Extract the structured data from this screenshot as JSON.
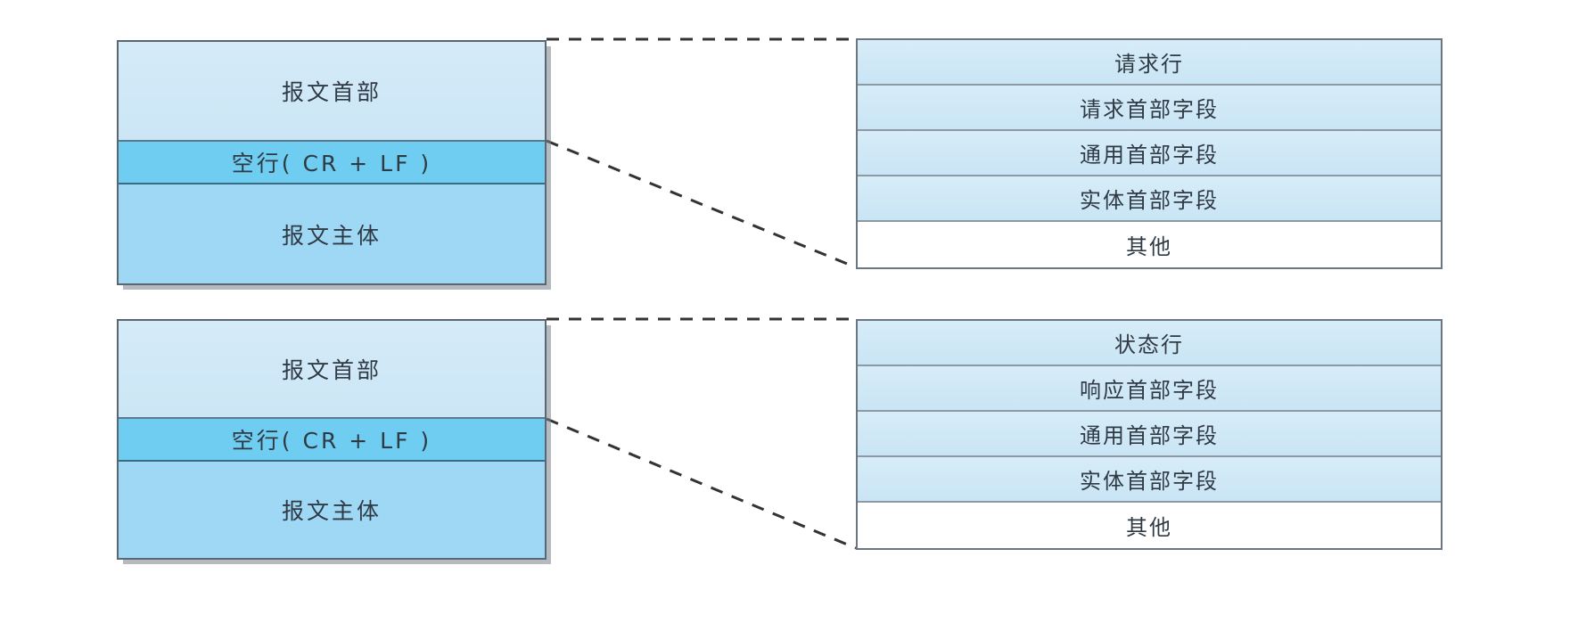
{
  "figure": {
    "type": "diagram",
    "description": "HTTP message structure diagram: request message and response message",
    "colors": {
      "header_fill": "#cfe8f6",
      "blank_line_fill": "#6ecdf0",
      "body_fill": "#9fd8f5",
      "table_row_fill": "#cfe8f5",
      "table_last_row_fill": "#ffffff",
      "border": "#5b6670",
      "text": "#2f3a44",
      "connector": "#333333"
    }
  },
  "request": {
    "message_block": {
      "name": "request-message-block",
      "rows": [
        {
          "label": "报文首部",
          "kind": "header"
        },
        {
          "label": "空行( CR + LF )",
          "kind": "blank"
        },
        {
          "label": "报文主体",
          "kind": "body"
        }
      ]
    },
    "detail_table": {
      "name": "request-header-detail-table",
      "rows": [
        {
          "label": "请求行",
          "kind": "filled"
        },
        {
          "label": "请求首部字段",
          "kind": "filled"
        },
        {
          "label": "通用首部字段",
          "kind": "filled"
        },
        {
          "label": "实体首部字段",
          "kind": "filled"
        },
        {
          "label": "其他",
          "kind": "plain"
        }
      ]
    }
  },
  "response": {
    "message_block": {
      "name": "response-message-block",
      "rows": [
        {
          "label": "报文首部",
          "kind": "header"
        },
        {
          "label": "空行( CR + LF )",
          "kind": "blank"
        },
        {
          "label": "报文主体",
          "kind": "body"
        }
      ]
    },
    "detail_table": {
      "name": "response-header-detail-table",
      "rows": [
        {
          "label": "状态行",
          "kind": "filled"
        },
        {
          "label": "响应首部字段",
          "kind": "filled"
        },
        {
          "label": "通用首部字段",
          "kind": "filled"
        },
        {
          "label": "实体首部字段",
          "kind": "filled"
        },
        {
          "label": "其他",
          "kind": "plain"
        }
      ]
    }
  },
  "connectors": [
    {
      "name": "request-top-connector",
      "style": "dashed"
    },
    {
      "name": "request-bottom-connector",
      "style": "dashed"
    },
    {
      "name": "response-top-connector",
      "style": "dashed"
    },
    {
      "name": "response-bottom-connector",
      "style": "dashed"
    }
  ]
}
